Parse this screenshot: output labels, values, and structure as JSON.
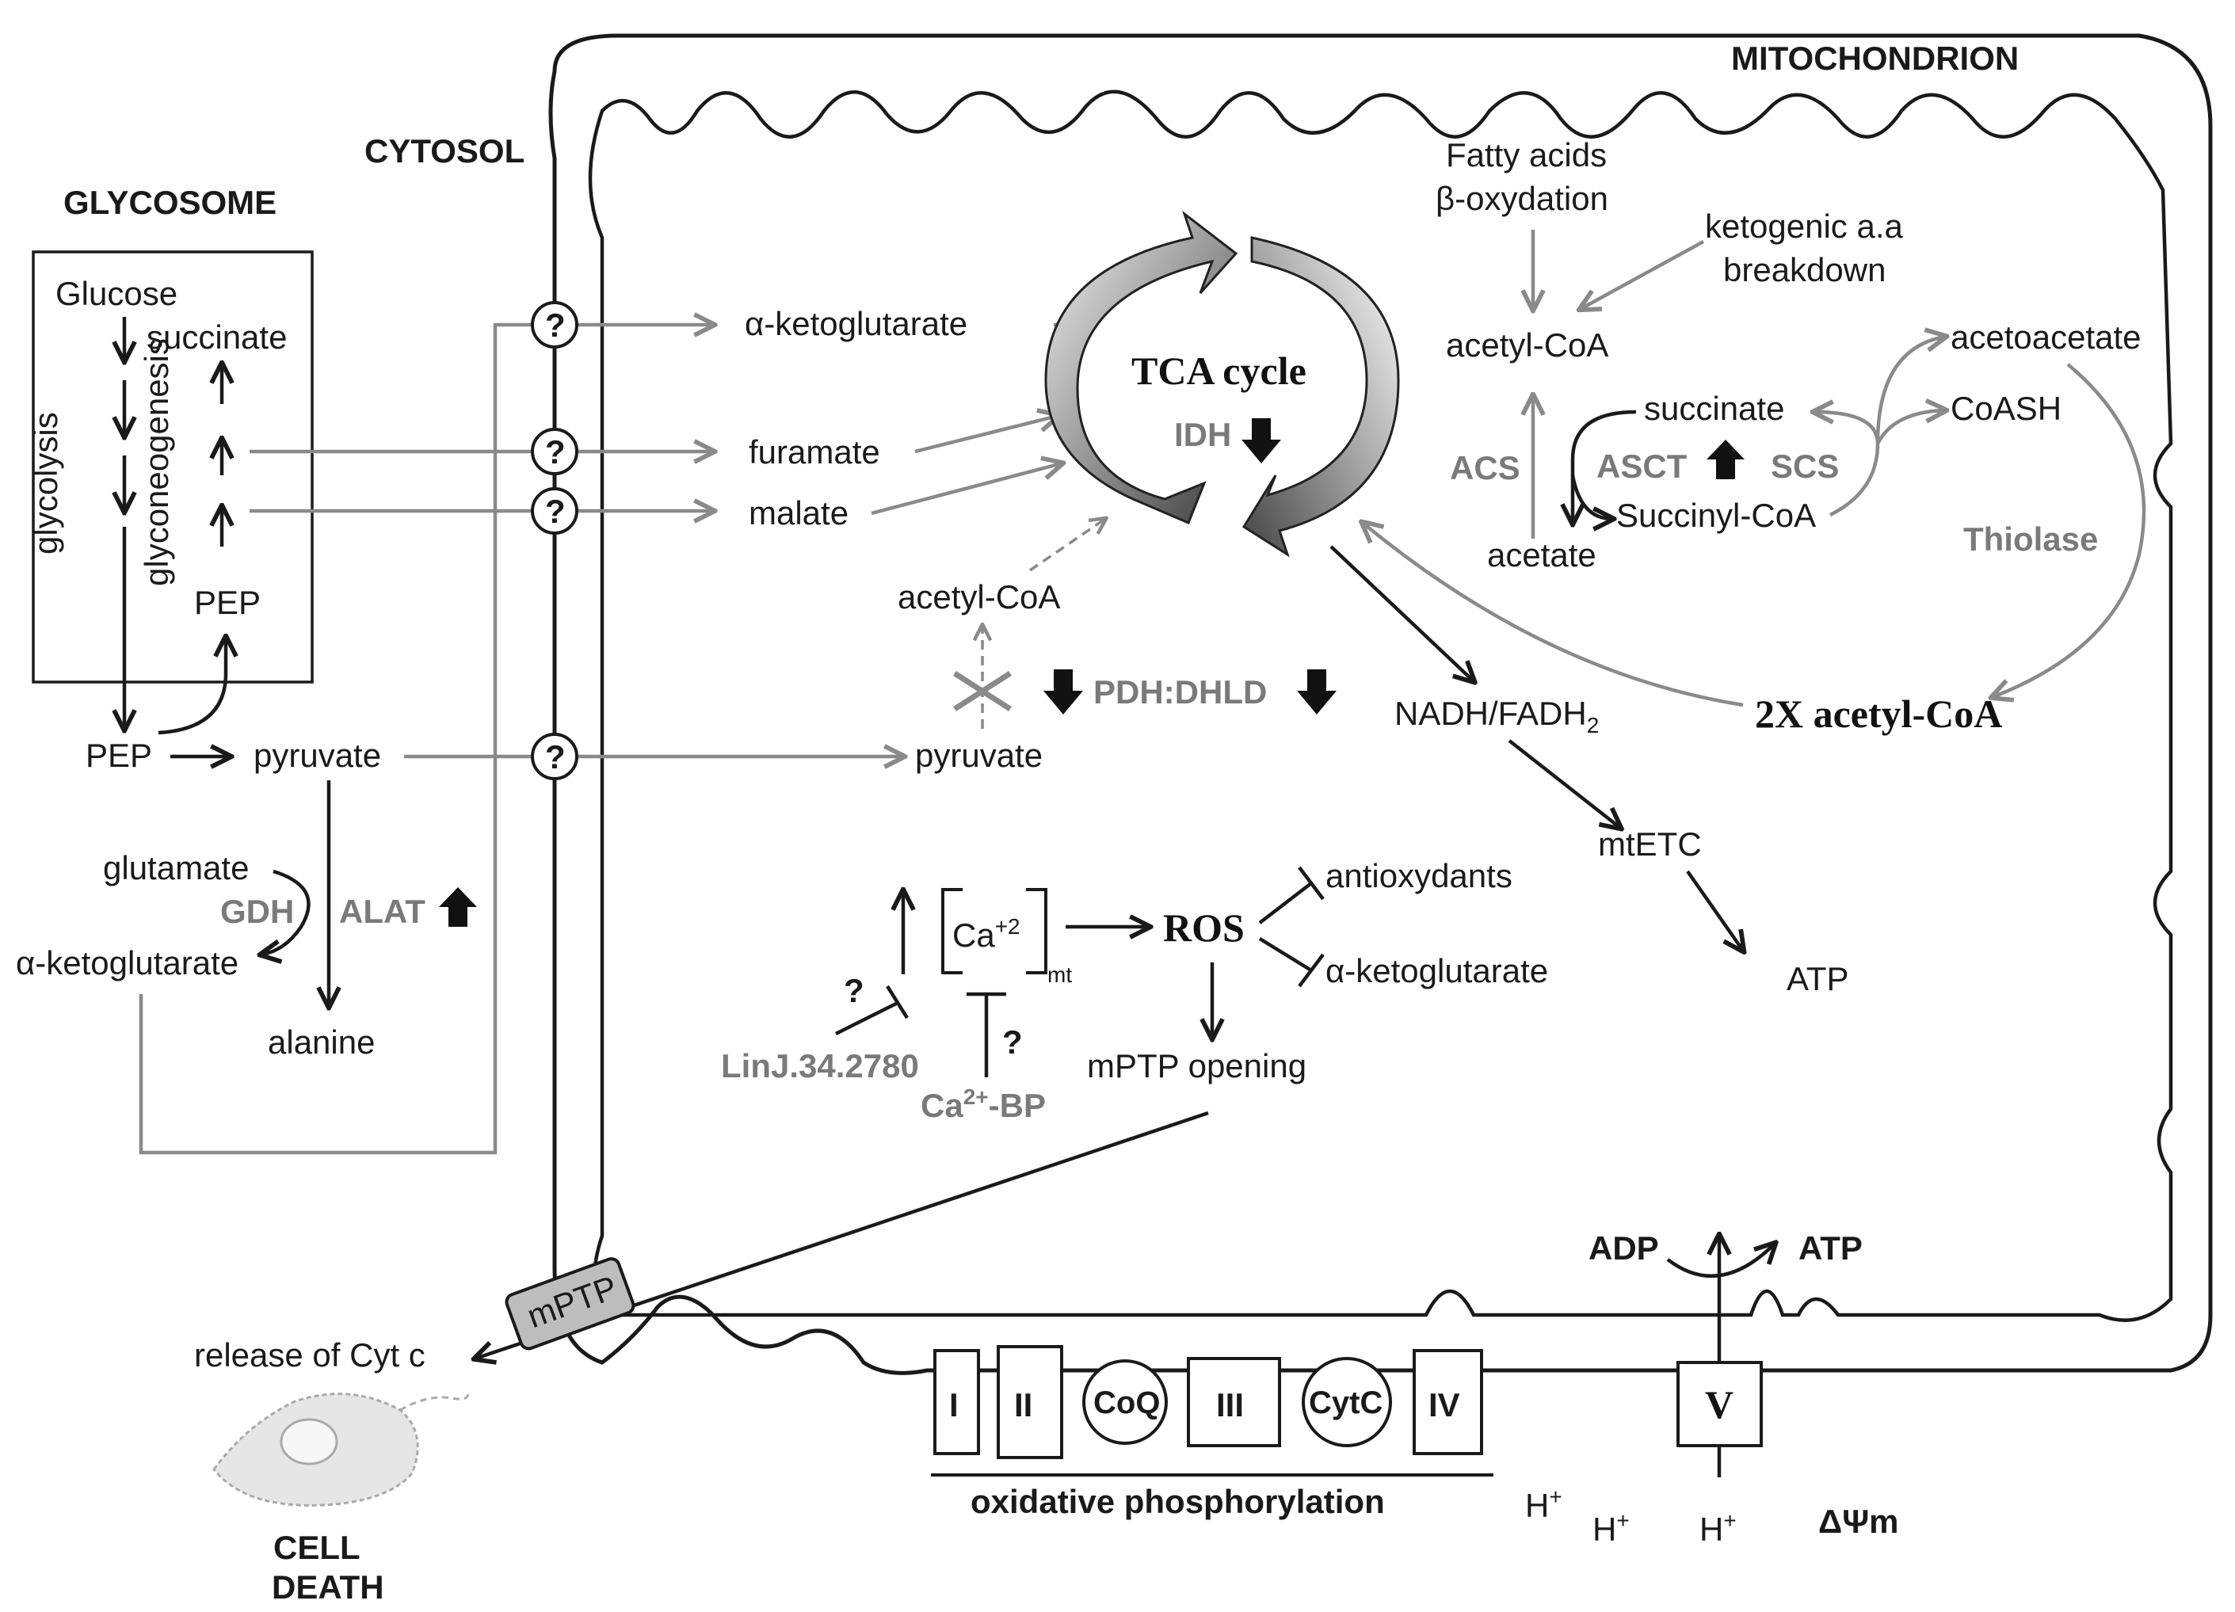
{
  "compartments": {
    "glycosome": "GLYCOSOME",
    "cytosol": "CYTOSOL",
    "mitochondrion": "MITOCHONDRION"
  },
  "glycosome": {
    "glucose": "Glucose",
    "succinate": "succinate",
    "glycolysis": "glycolysis",
    "gluconeogenesis": "glyconeogenesis",
    "pep_inner": "PEP"
  },
  "cytosol": {
    "pep": "PEP",
    "pyruvate": "pyruvate",
    "glutamate": "glutamate",
    "gdh": "GDH",
    "alat": "ALAT",
    "alpha_kg": "α-ketoglutarate",
    "alanine": "alanine",
    "release": "release of Cyt c",
    "cell_death_1": "CELL",
    "cell_death_2": "DEATH",
    "mptp": "mPTP"
  },
  "transporter_label": "?",
  "mito": {
    "alpha_kg": "α-ketoglutarate",
    "fumarate": "furamate",
    "malate": "malate",
    "tca": "TCA cycle",
    "idh": "IDH",
    "acetyl_coa_small": "acetyl-CoA",
    "pdh": "PDH:DHLD",
    "pyruvate": "pyruvate",
    "fatty_acids": "Fatty acids",
    "beta_ox": "β-oxydation",
    "ketogenic_1": "ketogenic a.a",
    "ketogenic_2": "breakdown",
    "acetyl_coa": "acetyl-CoA",
    "acetoacetate": "acetoacetate",
    "succinate": "succinate",
    "coash": "CoASH",
    "acs": "ACS",
    "asct": "ASCT",
    "scs": "SCS",
    "succinyl_coa": "Succinyl-CoA",
    "acetate": "acetate",
    "thiolase": "Thiolase",
    "nadh": "NADH/FADH",
    "nadh_sub": "2",
    "acetyl_2x": "2X acetyl-CoA",
    "mtetc": "mtETC",
    "atp": "ATP",
    "ca": "Ca",
    "ca_sup": "+2",
    "ca_sub": "mt",
    "ros": "ROS",
    "antioxidants": "antioxydants",
    "alpha_kg_2": "α-ketoglutarate",
    "question": "?",
    "linj": "LinJ.34.2780",
    "ca_bp": "Ca",
    "ca_bp_sup": "2+",
    "ca_bp_tail": "-BP",
    "mptp_opening": "mPTP opening",
    "adp": "ADP",
    "atp_v": "ATP",
    "complexes": [
      "I",
      "II",
      "CoQ",
      "III",
      "CytC",
      "IV",
      "V"
    ],
    "oxphos": "oxidative phosphorylation",
    "h_plus": "H",
    "h_sup": "+",
    "dpsi": "ΔΨm"
  },
  "colors": {
    "black": "#1a1a1a",
    "gray": "#7a7a7a",
    "mptp_fill": "#bdbdbd"
  }
}
